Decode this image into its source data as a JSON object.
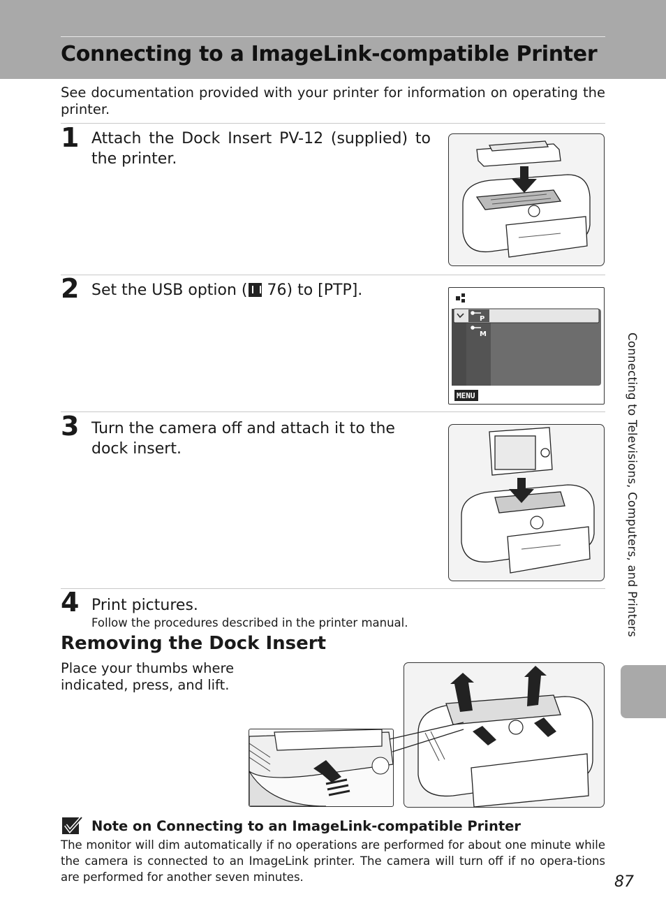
{
  "header": {
    "title": "Connecting to a ImageLink-compatible Printer"
  },
  "intro": "See documentation provided with your printer for information on operating the printer.",
  "steps": [
    {
      "num": "1",
      "text": "Attach the Dock Insert PV-12 (supplied) to the printer."
    },
    {
      "num": "2",
      "text_before": "Set the USB option (",
      "text_after": " 76) to [PTP]."
    },
    {
      "num": "3",
      "text": "Turn the camera off and attach it to the dock insert."
    },
    {
      "num": "4",
      "text": "Print pictures.",
      "subtext": "Follow the procedures described in the printer manual."
    }
  ],
  "menu": {
    "usb_p": "P",
    "usb_m": "M",
    "menu_label": "MENU"
  },
  "removing": {
    "heading": "Removing the Dock Insert",
    "text": "Place your thumbs where indicated, press, and lift."
  },
  "note": {
    "title": "Note on Connecting to an ImageLink-compatible Printer",
    "body": "The monitor will dim automatically if no operations are performed for about one minute while the camera is connected to an ImageLink printer. The camera will turn off if no opera-tions are performed for another seven minutes."
  },
  "side_label": "Connecting to Televisions, Computers, and Printers",
  "page_number": "87",
  "icons": [
    "book-reference-icon",
    "note-check-icon",
    "usb-icon",
    "menu-icon"
  ]
}
